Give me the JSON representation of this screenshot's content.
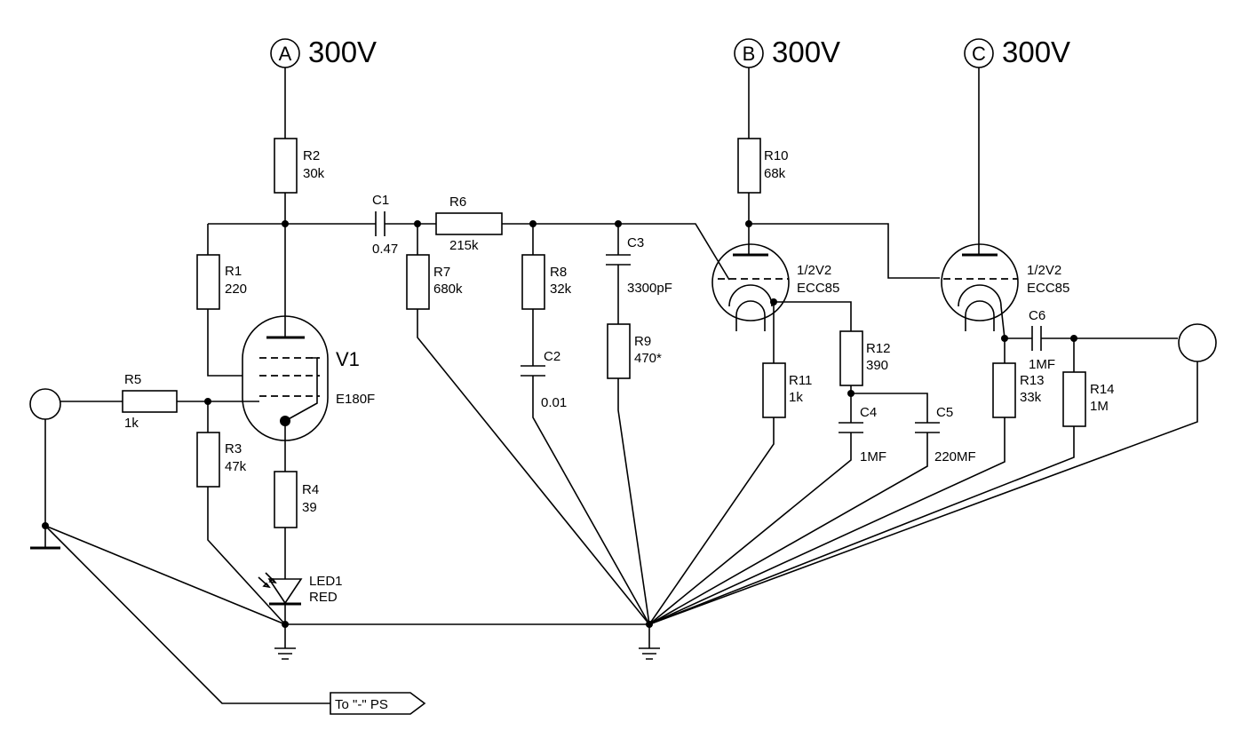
{
  "supplies": {
    "a": {
      "letter": "A",
      "voltage": "300V"
    },
    "b": {
      "letter": "B",
      "voltage": "300V"
    },
    "c": {
      "letter": "C",
      "voltage": "300V"
    }
  },
  "tubes": {
    "v1": {
      "ref": "V1",
      "type": "E180F"
    },
    "v2a": {
      "ref": "1/2V2",
      "type": "ECC85"
    },
    "v2b": {
      "ref": "1/2V2",
      "type": "ECC85"
    }
  },
  "resistors": {
    "r1": {
      "ref": "R1",
      "value": "220"
    },
    "r2": {
      "ref": "R2",
      "value": "30k"
    },
    "r3": {
      "ref": "R3",
      "value": "47k"
    },
    "r4": {
      "ref": "R4",
      "value": "39"
    },
    "r5": {
      "ref": "R5",
      "value": "1k"
    },
    "r6": {
      "ref": "R6",
      "value": "215k"
    },
    "r7": {
      "ref": "R7",
      "value": "680k"
    },
    "r8": {
      "ref": "R8",
      "value": "32k"
    },
    "r9": {
      "ref": "R9",
      "value": "470*"
    },
    "r10": {
      "ref": "R10",
      "value": "68k"
    },
    "r11": {
      "ref": "R11",
      "value": "1k"
    },
    "r12": {
      "ref": "R12",
      "value": "390"
    },
    "r13": {
      "ref": "R13",
      "value": "33k"
    },
    "r14": {
      "ref": "R14",
      "value": "1M"
    }
  },
  "capacitors": {
    "c1": {
      "ref": "C1",
      "value": "0.47"
    },
    "c2": {
      "ref": "C2",
      "value": "0.01"
    },
    "c3": {
      "ref": "C3",
      "value": "3300pF"
    },
    "c4": {
      "ref": "C4",
      "value": "1MF"
    },
    "c5": {
      "ref": "C5",
      "value": "220MF"
    },
    "c6": {
      "ref": "C6",
      "value": "1MF"
    }
  },
  "led": {
    "ref": "LED1",
    "color": "RED"
  },
  "ps_tag": "To \"-\" PS"
}
